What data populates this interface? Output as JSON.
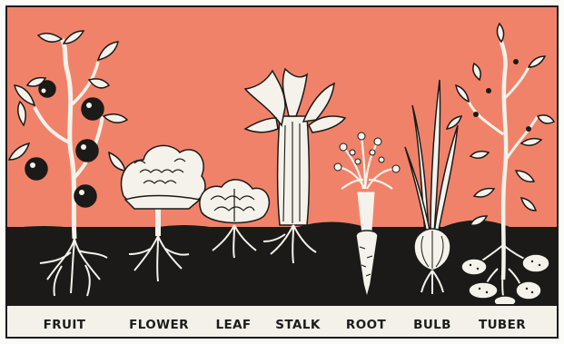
{
  "image": {
    "colors": {
      "sky": "#f1826a",
      "soil": "#1b1a18",
      "plant": "#f4f2ea",
      "outline": "#1b1a18",
      "caption_bar": "#f3f1ea"
    },
    "labels": [
      "FRUIT",
      "FLOWER",
      "LEAF",
      "STALK",
      "ROOT",
      "BULB",
      "TUBER"
    ]
  }
}
